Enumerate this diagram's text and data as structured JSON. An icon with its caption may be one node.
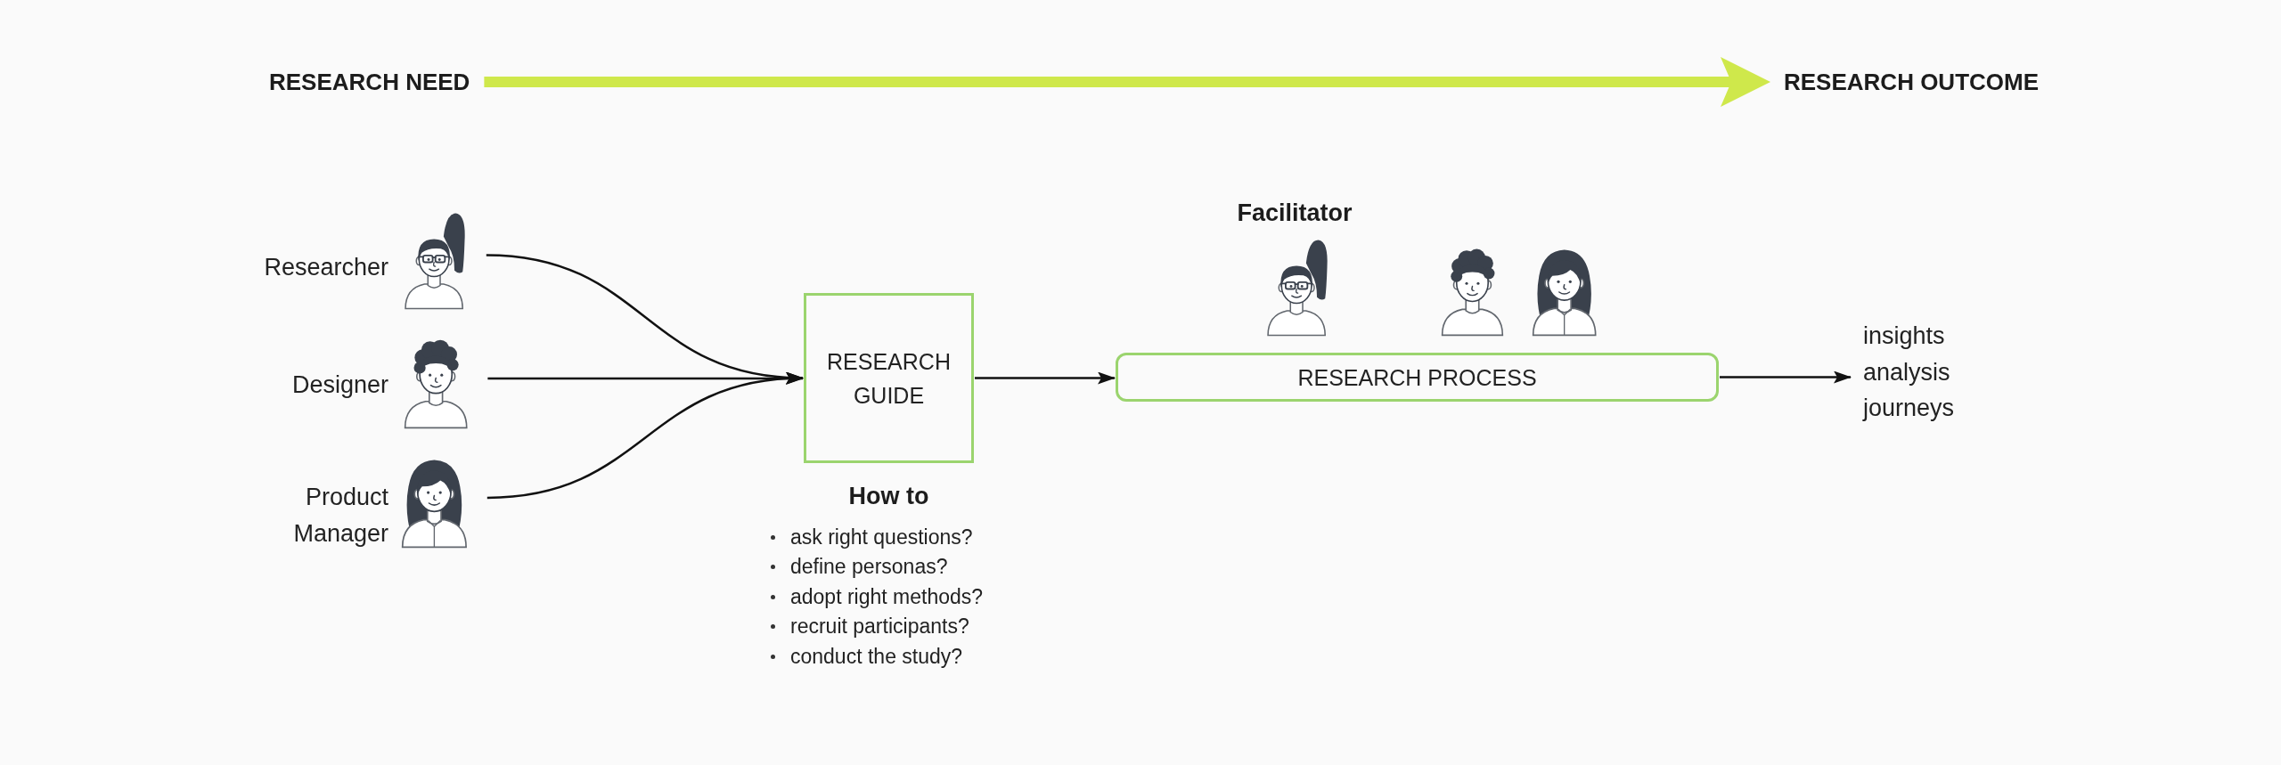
{
  "diagram": {
    "nodes": [
      {
        "text": [
          "RESEARCH NEED"
        ]
      },
      {
        "text": [
          "RESEARCH OUTCOME"
        ]
      },
      {
        "text": [],
        "shape": "person",
        "beside": [
          "Researcher"
        ]
      },
      {
        "text": [],
        "shape": "person",
        "beside": [
          "Designer"
        ]
      },
      {
        "text": [],
        "shape": "person",
        "beside": [
          "Product Manager"
        ]
      },
      {
        "text": [
          "RESEARCH GUIDE"
        ],
        "beside": [
          "How to",
          "ask right questions?",
          "define personas?",
          "adopt right methods?",
          "recruit participants?",
          "conduct the study?"
        ]
      },
      {
        "text": [],
        "shape": "person",
        "beside": [
          "Facilitator"
        ]
      },
      {
        "text": [],
        "shape": "person"
      },
      {
        "text": [],
        "shape": "person"
      },
      {
        "text": [
          "RESEARCH PROCESS"
        ]
      },
      {
        "text": [
          "insights",
          "analysis",
          "journeys"
        ]
      }
    ],
    "edges": [
      {
        "from": 0,
        "to": 1,
        "arrow": "to",
        "style": "thick",
        "color": "#cfe84b"
      },
      {
        "from": 2,
        "to": 5,
        "arrow": "to"
      },
      {
        "from": 3,
        "to": 5,
        "arrow": "to"
      },
      {
        "from": 4,
        "to": 5,
        "arrow": "to"
      },
      {
        "from": 5,
        "to": 9,
        "arrow": "to"
      },
      {
        "from": 9,
        "to": 10,
        "arrow": "to"
      }
    ]
  }
}
